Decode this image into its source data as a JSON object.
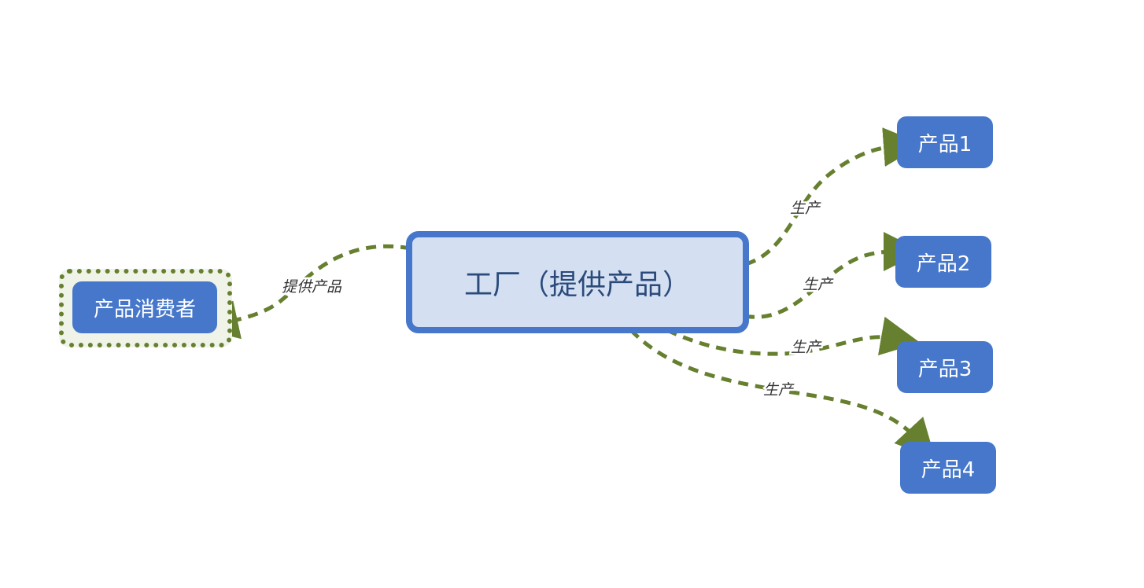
{
  "colors": {
    "node_fill": "#4677cb",
    "center_fill": "#d4e0f2",
    "center_text": "#2b4a7a",
    "edge": "#66802f",
    "frame_fill": "#eff3e8"
  },
  "nodes": {
    "center": "工厂（提供产品）",
    "consumer": "产品消费者",
    "products": [
      "产品1",
      "产品2",
      "产品3",
      "产品4"
    ]
  },
  "edges": {
    "supply_label": "提供产品",
    "produce_label": "生产"
  }
}
